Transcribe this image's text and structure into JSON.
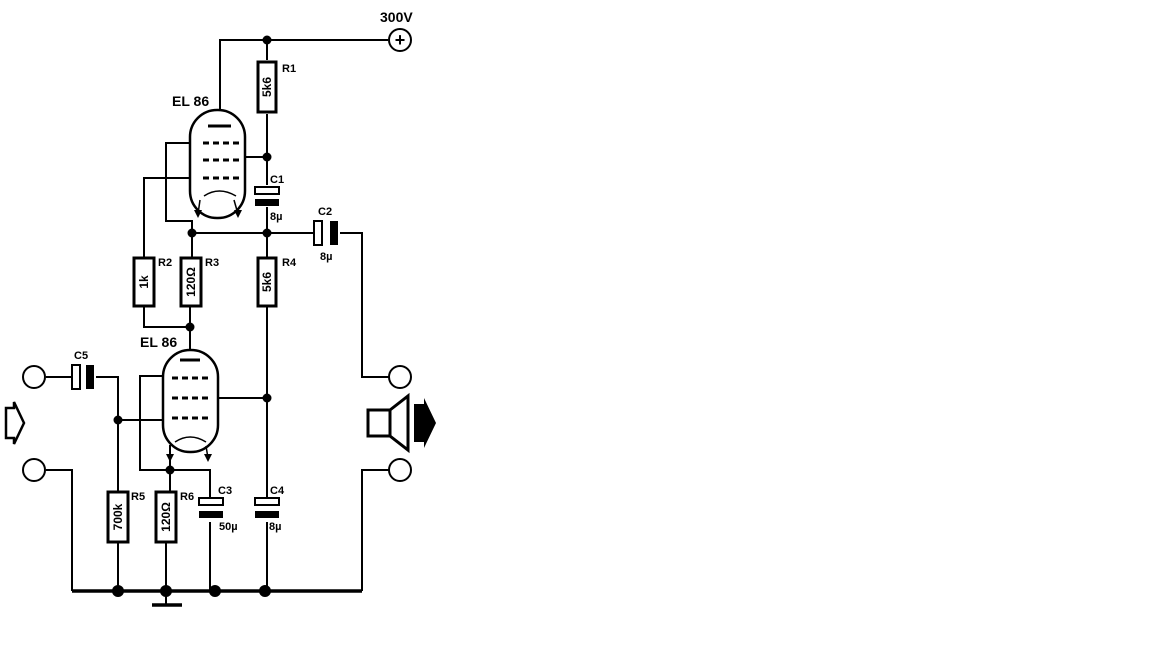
{
  "supply": {
    "voltage": "300V",
    "symbol": "+"
  },
  "tubes": [
    {
      "id": "upper",
      "type": "EL 86"
    },
    {
      "id": "lower",
      "type": "EL 86"
    }
  ],
  "resistors": [
    {
      "ref": "R1",
      "value": "5k6"
    },
    {
      "ref": "R2",
      "value": "1k"
    },
    {
      "ref": "R3",
      "value": "120Ω"
    },
    {
      "ref": "R4",
      "value": "5k6"
    },
    {
      "ref": "R5",
      "value": "700k"
    },
    {
      "ref": "R6",
      "value": "120Ω"
    }
  ],
  "capacitors": [
    {
      "ref": "C1",
      "value": "8µ"
    },
    {
      "ref": "C2",
      "value": "8µ"
    },
    {
      "ref": "C3",
      "value": "50µ"
    },
    {
      "ref": "C4",
      "value": "8µ"
    },
    {
      "ref": "C5",
      "value": ""
    }
  ]
}
